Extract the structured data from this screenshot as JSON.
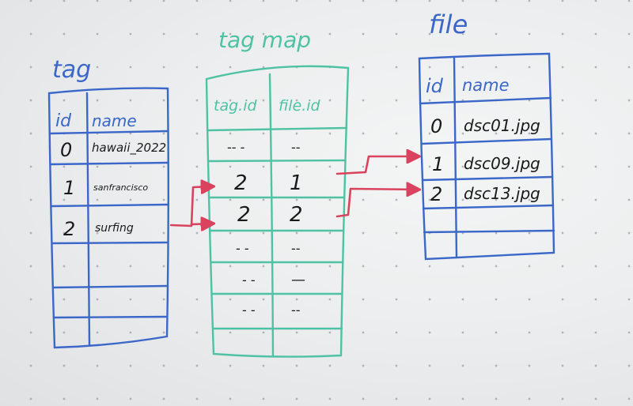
{
  "colors": {
    "blue": "#3b67c9",
    "green": "#4fc2a4",
    "red": "#d9435e",
    "ink": "#1a1a1a"
  },
  "tables": {
    "tag": {
      "title": "tag",
      "headers": [
        "id",
        "name"
      ],
      "rows": [
        [
          "0",
          "hawaii_2022"
        ],
        [
          "1",
          "sanfrancisco"
        ],
        [
          "2",
          "surfing"
        ],
        [
          "",
          ""
        ],
        [
          "",
          ""
        ],
        [
          "",
          ""
        ]
      ]
    },
    "tag_map": {
      "title": "tag map",
      "headers": [
        "tag.id",
        "file.id"
      ],
      "rows": [
        [
          "-- -",
          "--"
        ],
        [
          "2",
          "1"
        ],
        [
          "2",
          "2"
        ],
        [
          "- -",
          "--"
        ],
        [
          "- -",
          "—"
        ],
        [
          "- -",
          "--"
        ],
        [
          "",
          ""
        ]
      ]
    },
    "file": {
      "title": "file",
      "headers": [
        "id",
        "name"
      ],
      "rows": [
        [
          "0",
          "dsc01.jpg"
        ],
        [
          "1",
          "dsc09.jpg"
        ],
        [
          "2",
          "dsc13.jpg"
        ],
        [
          "",
          ""
        ],
        [
          "",
          ""
        ]
      ]
    }
  }
}
